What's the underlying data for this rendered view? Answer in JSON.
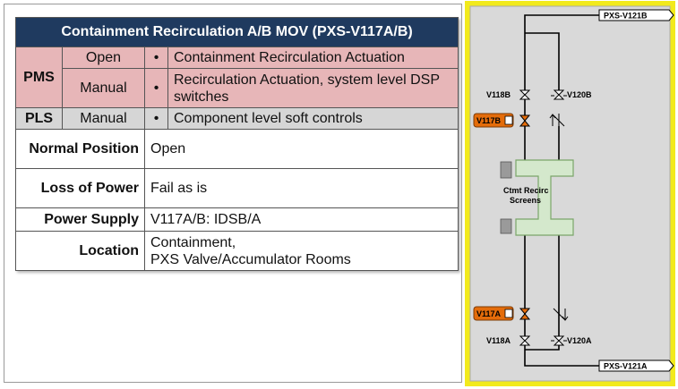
{
  "table": {
    "title": "Containment Recirculation A/B MOV (PXS-V117A/B)",
    "bullet": "•",
    "pms": {
      "label": "PMS",
      "rows": [
        {
          "mode": "Open",
          "action": "Containment Recirculation Actuation"
        },
        {
          "mode": "Manual",
          "action": "Recirculation Actuation, system level DSP switches"
        }
      ]
    },
    "pls": {
      "label": "PLS",
      "mode": "Manual",
      "action": "Component level soft controls"
    },
    "properties": [
      {
        "label": "Normal Position",
        "value": "Open"
      },
      {
        "label": "Loss of Power",
        "value": "Fail as is"
      },
      {
        "label": "Power Supply",
        "value": "V117A/B: IDSB/A"
      },
      {
        "label": "Location",
        "value": "Containment,\nPXS Valve/Accumulator Rooms"
      }
    ]
  },
  "diagram": {
    "top_tag": "PXS-V121B",
    "bottom_tag": "PXS-V121A",
    "valves": {
      "v118b": "V118B",
      "v120b": "V120B",
      "v117b": "V117B",
      "v117a": "V117A",
      "v118a": "V118A",
      "v120a": "V120A"
    },
    "screen_label_1": "Ctmt Recirc",
    "screen_label_2": "Screens",
    "colors": {
      "background": "#f2ea1c",
      "panel": "#d9d9d9",
      "screen": "#d4e8cc",
      "mov_tag": "#e46c0a",
      "header": "#1f3a5f",
      "pms_rows": "#e7b6b8",
      "pls_row": "#d6d6d6"
    }
  }
}
